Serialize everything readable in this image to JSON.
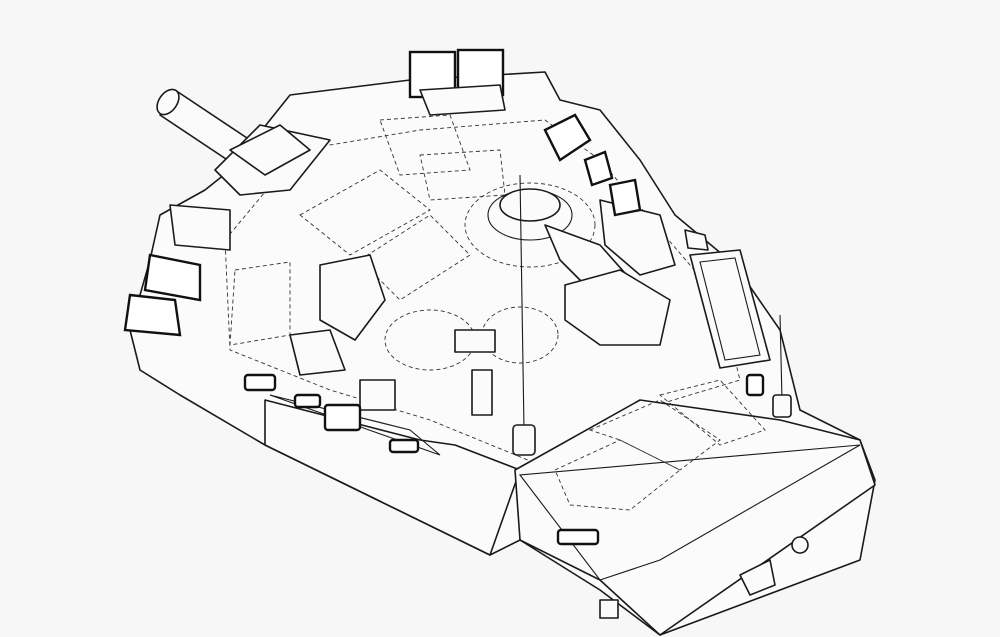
{
  "colors": {
    "background": "#f7f7f7",
    "line": "#1a1a1a"
  },
  "drawing": {
    "subject": "tank-turret",
    "parts": [
      "hull",
      "main-gun-barrel",
      "commander-hatch",
      "loader-hatch",
      "gunner-hatch",
      "antenna-left",
      "antenna-right",
      "storage-boxes",
      "front-armor",
      "side-storage-panel"
    ]
  }
}
